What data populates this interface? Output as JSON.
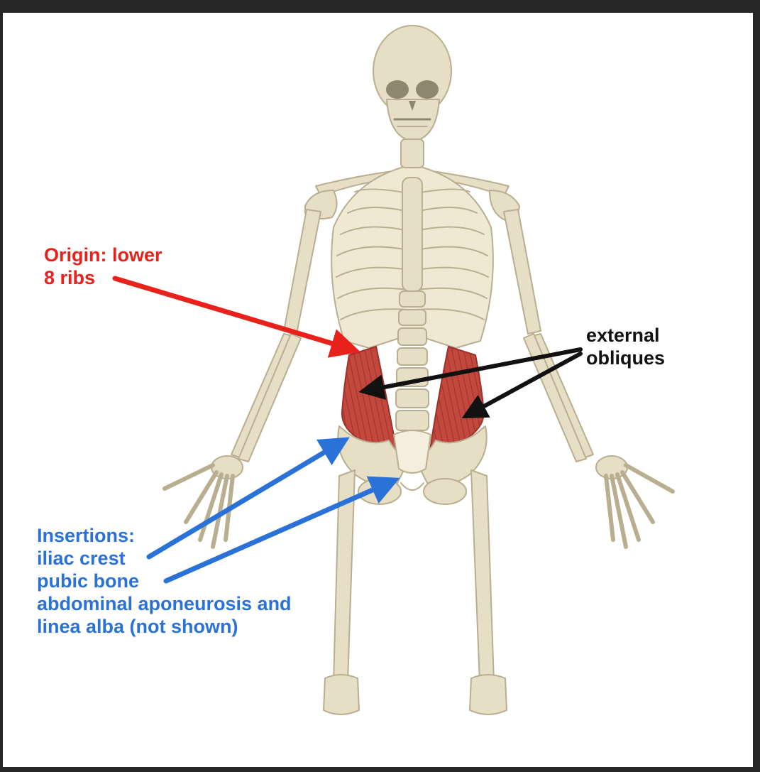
{
  "labels": {
    "origin": [
      "Origin: lower",
      "8 ribs"
    ],
    "obliques": [
      "external",
      "obliques"
    ],
    "insertions": [
      "Insertions:",
      "iliac crest",
      "pubic  bone",
      "abdominal aponeurosis and",
      "linea alba (not shown)"
    ]
  },
  "colors": {
    "origin": "#e8211b",
    "insertions": "#2a72d8",
    "obliques_label": "#111111",
    "bone": "#e7dfc5",
    "bone_outline": "#b9ae90",
    "muscle": "#c2473d"
  }
}
